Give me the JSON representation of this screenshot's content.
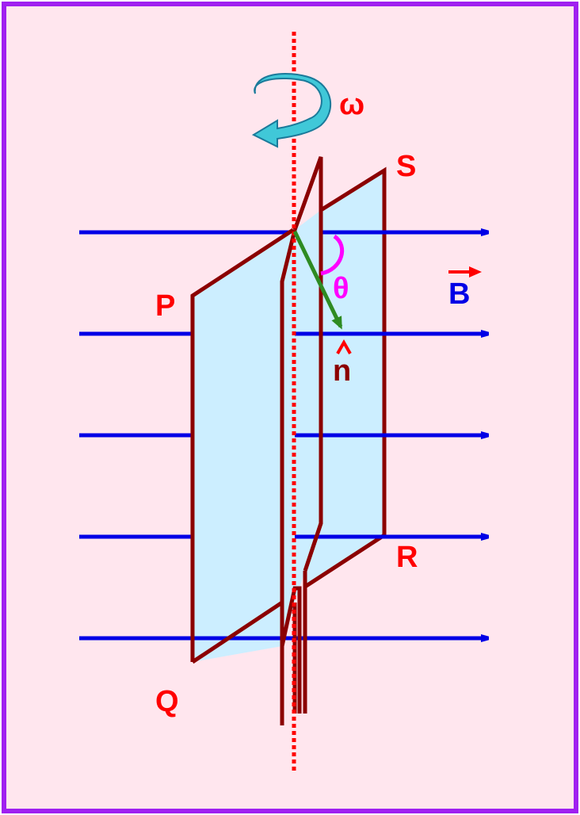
{
  "labels": {
    "omega": "ω",
    "S": "S",
    "P": "P",
    "theta": "θ",
    "B": "B",
    "n": "n",
    "R": "R",
    "Q": "Q"
  },
  "colors": {
    "background": "#FFE6EE",
    "border": "#A020F0",
    "field_lines": "#0000E6",
    "coil": "#8B0000",
    "coil_fill": "#CCEEFF",
    "axis": "#FF0000",
    "normal": "#2E8B22",
    "angle_arc": "#FF00FF",
    "rotation_arrow": "#40C8D8",
    "label_red": "#FF0000",
    "label_blue": "#0000E6",
    "label_n": "#8B0000",
    "label_theta": "#FF00FF"
  }
}
